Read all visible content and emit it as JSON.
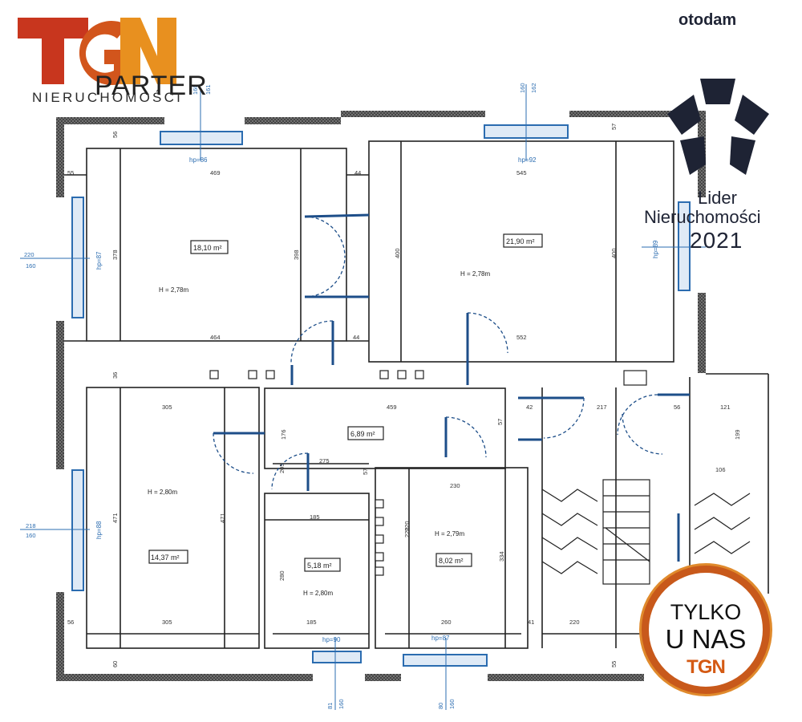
{
  "branding": {
    "logo_text": "TGN",
    "logo_subtitle": "NIERUCHOMOŚCI",
    "portal": "otodam",
    "award_line1": "Lider",
    "award_line2": "Nieruchomości",
    "award_year": "2021",
    "badge_line1": "TYLKO",
    "badge_line2": "U NAS",
    "badge_logo": "TGN",
    "colors": {
      "logo_red": "#c8361e",
      "logo_orange": "#e8901f",
      "navy": "#1e2334",
      "window_blue": "#2b6cb0"
    }
  },
  "plan": {
    "floor_label": "PARTER",
    "rooms": [
      {
        "area": "18,10 m²",
        "height": "H = 2,78m"
      },
      {
        "area": "21,90 m²",
        "height": "H = 2,78m"
      },
      {
        "area": "14,37 m²",
        "height": "H = 2,80m"
      },
      {
        "area": "6,89 m²",
        "height": ""
      },
      {
        "area": "5,18 m²",
        "height": "H = 2,80m"
      },
      {
        "area": "8,02 m²",
        "height": "H = 2,79m"
      }
    ],
    "windows": [
      "hp=86",
      "hp=92",
      "hp=87",
      "hp=89",
      "hp=88",
      "hp=90",
      "hp=87"
    ],
    "dimensions": [
      "55",
      "56",
      "469",
      "44",
      "545",
      "57",
      "464",
      "44",
      "552",
      "305",
      "459",
      "42",
      "217",
      "56",
      "121",
      "275",
      "230",
      "185",
      "205",
      "220",
      "260",
      "41",
      "220",
      "305",
      "56",
      "185",
      "378",
      "398",
      "400",
      "400",
      "199",
      "106",
      "471",
      "471",
      "220",
      "334",
      "280",
      "176",
      "57",
      "36",
      "57",
      "60",
      "55"
    ],
    "window_dims": [
      "160",
      "161",
      "160",
      "162",
      "220",
      "160",
      "218",
      "160",
      "81",
      "160",
      "80",
      "160"
    ]
  }
}
